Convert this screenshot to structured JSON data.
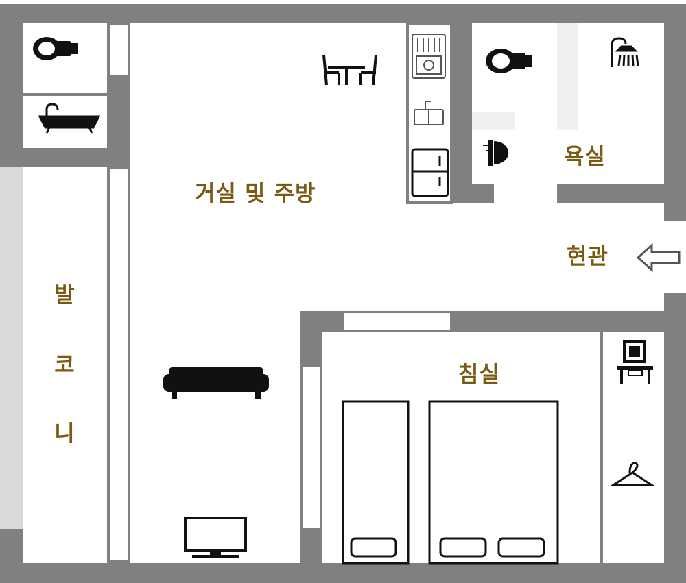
{
  "rooms": {
    "living_kitchen": "거실 및 주방",
    "bathroom": "욕실",
    "entrance": "현관",
    "bedroom": "침실",
    "balcony": [
      "발",
      "코",
      "니"
    ]
  },
  "icons": {
    "wc_left": "toilet-icon",
    "bathtub": "bathtub-icon",
    "dining": "dining-table-icon",
    "stove": "stove-icon",
    "sink": "kitchen-sink-icon",
    "fridge": "refrigerator-icon",
    "wc_bath": "toilet-icon",
    "shower": "shower-icon",
    "basin": "wash-basin-icon",
    "entry_arrow": "arrow-left-icon",
    "sofa": "sofa-icon",
    "tv": "tv-icon",
    "vanity": "vanity-desk-icon",
    "hanger": "hanger-icon",
    "beds": "bed-icon"
  },
  "colors": {
    "wall": "#808080",
    "label": "#7a5a12",
    "icon": "#111111",
    "balcony_strip": "#d9d9d9"
  }
}
